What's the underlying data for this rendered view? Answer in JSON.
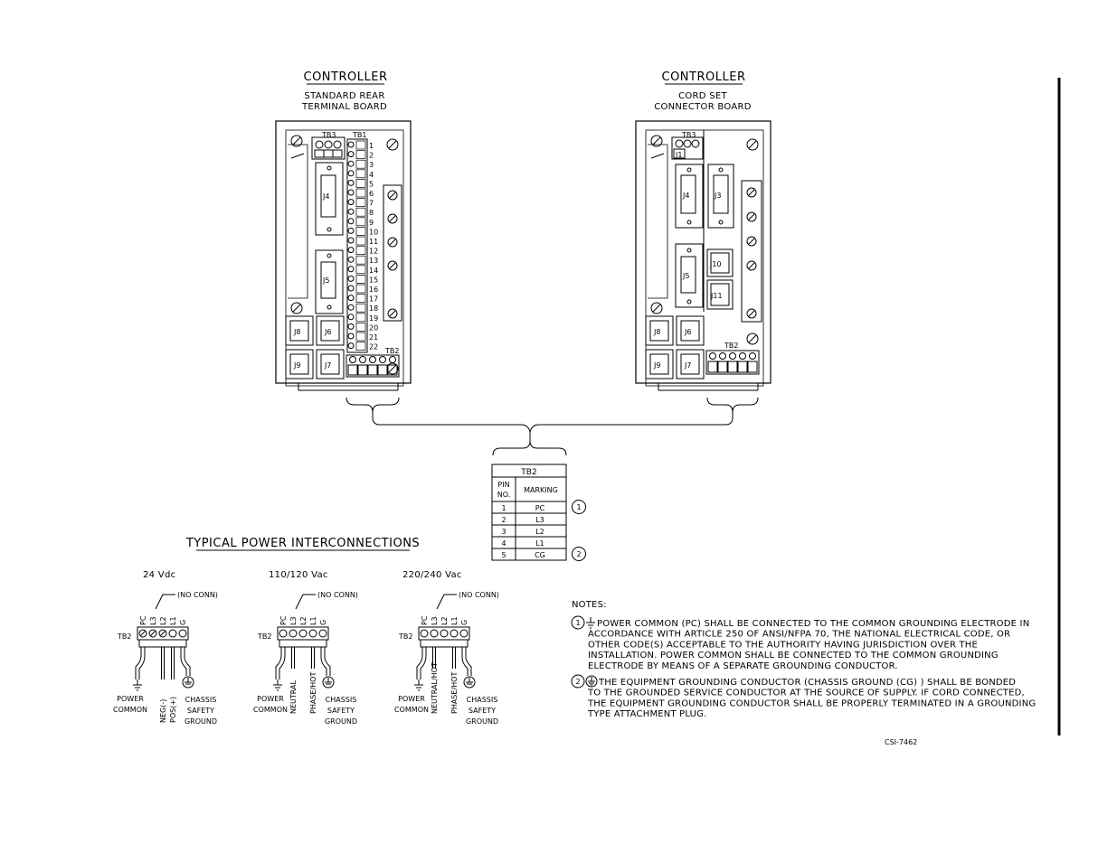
{
  "left_controller": {
    "title": "CONTROLLER",
    "subtitle_line1": "STANDARD REAR",
    "subtitle_line2": "TERMINAL BOARD",
    "tb3": "TB3",
    "tb1": "TB1",
    "tb2": "TB2",
    "tb1_terminals": [
      "1",
      "2",
      "3",
      "4",
      "5",
      "6",
      "7",
      "8",
      "9",
      "10",
      "11",
      "12",
      "13",
      "14",
      "15",
      "16",
      "17",
      "18",
      "19",
      "20",
      "21",
      "22"
    ],
    "connectors": {
      "j4": "J4",
      "j5": "J5",
      "j8": "J8",
      "j6": "J6",
      "j9": "J9",
      "j7": "J7"
    }
  },
  "right_controller": {
    "title": "CONTROLLER",
    "subtitle_line1": "CORD SET",
    "subtitle_line2": "CONNECTOR BOARD",
    "tb3": "TB3",
    "tb2": "TB2",
    "connectors": {
      "j1": "J1",
      "j4": "J4",
      "j3": "J3",
      "j5": "J5",
      "j10": "J10",
      "j11": "J11",
      "j8": "J8",
      "j6": "J6",
      "j9": "J9",
      "j7": "J7"
    }
  },
  "tb2_table": {
    "title": "TB2",
    "col_pin_line1": "PIN",
    "col_pin_line2": "NO.",
    "col_marking": "MARKING",
    "rows": [
      {
        "pin": "1",
        "marking": "PC",
        "callout": "1"
      },
      {
        "pin": "2",
        "marking": "L3",
        "callout": ""
      },
      {
        "pin": "3",
        "marking": "L2",
        "callout": ""
      },
      {
        "pin": "4",
        "marking": "L1",
        "callout": ""
      },
      {
        "pin": "5",
        "marking": "CG",
        "callout": "2"
      }
    ]
  },
  "power": {
    "title": "TYPICAL POWER INTERCONNECTIONS",
    "terminal_labels": [
      "PC",
      "L3",
      "L2",
      "L1",
      "G"
    ],
    "tb2_label": "TB2",
    "no_conn": "(NO CONN)",
    "configs": [
      {
        "voltage": "24 Vdc",
        "common_line1": "POWER",
        "common_line2": "COMMON",
        "wire1": "NEG(-)",
        "wire2": "POS(+)",
        "ground_line1": "CHASSIS",
        "ground_line2": "SAFETY",
        "ground_line3": "GROUND"
      },
      {
        "voltage": "110/120 Vac",
        "common_line1": "POWER",
        "common_line2": "COMMON",
        "wire1": "NEUTRAL",
        "wire2": "PHASE/HOT",
        "ground_line1": "CHASSIS",
        "ground_line2": "SAFETY",
        "ground_line3": "GROUND"
      },
      {
        "voltage": "220/240 Vac",
        "common_line1": "POWER",
        "common_line2": "COMMON",
        "wire1": "NEUTRAL/HOT",
        "wire2": "PHASE/HOT",
        "ground_line1": "CHASSIS",
        "ground_line2": "SAFETY",
        "ground_line3": "GROUND"
      }
    ]
  },
  "notes": {
    "title": "NOTES:",
    "note1_number": "1",
    "note1_lines": [
      "POWER COMMON (PC) SHALL BE CONNECTED TO THE COMMON GROUNDING ELECTRODE IN",
      "ACCORDANCE WITH ARTICLE 250 OF ANSI/NFPA 70, THE NATIONAL ELECTRICAL CODE, OR",
      "OTHER CODE(S) ACCEPTABLE TO THE AUTHORITY HAVING JURISDICTION OVER THE",
      "INSTALLATION. POWER COMMON SHALL BE CONNECTED TO THE COMMON GROUNDING",
      "ELECTRODE BY MEANS OF A SEPARATE GROUNDING CONDUCTOR."
    ],
    "note2_number": "2",
    "note2_lines": [
      "THE EQUIPMENT GROUNDING CONDUCTOR (CHASSIS GROUND (CG) ) SHALL BE BONDED",
      "TO THE GROUNDED SERVICE CONDUCTOR AT THE SOURCE OF SUPPLY. IF CORD CONNECTED,",
      "THE EQUIPMENT GROUNDING CONDUCTOR SHALL BE PROPERLY TERMINATED IN A GROUNDING",
      "TYPE ATTACHMENT PLUG."
    ]
  },
  "figure_id": "CSI-7462"
}
